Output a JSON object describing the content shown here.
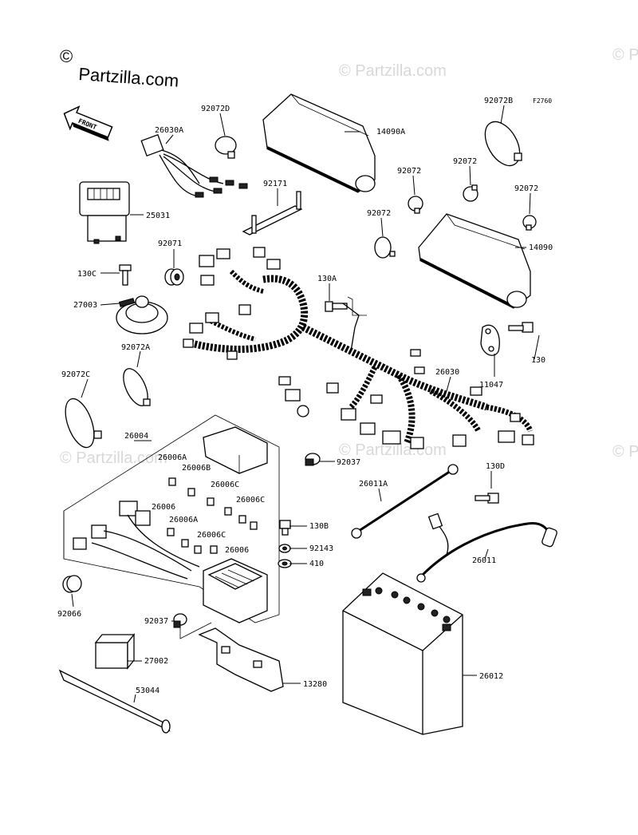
{
  "site": {
    "copyright_mark": "©",
    "brand": "Partzilla.com",
    "watermark": "© Partzilla.com",
    "figure_code": "F2760"
  },
  "direction": {
    "label": "FRONT"
  },
  "parts": [
    {
      "id": "p-92072D",
      "label": "92072D"
    },
    {
      "id": "p-26030A",
      "label": "26030A"
    },
    {
      "id": "p-14090A",
      "label": "14090A"
    },
    {
      "id": "p-92072B",
      "label": "92072B"
    },
    {
      "id": "p-92072-a",
      "label": "92072"
    },
    {
      "id": "p-92072-b",
      "label": "92072"
    },
    {
      "id": "p-92072-c",
      "label": "92072"
    },
    {
      "id": "p-92072-d",
      "label": "92072"
    },
    {
      "id": "p-92171",
      "label": "92171"
    },
    {
      "id": "p-25031",
      "label": "25031"
    },
    {
      "id": "p-14090",
      "label": "14090"
    },
    {
      "id": "p-92071",
      "label": "92071"
    },
    {
      "id": "p-130C",
      "label": "130C"
    },
    {
      "id": "p-130A",
      "label": "130A"
    },
    {
      "id": "p-27003",
      "label": "27003"
    },
    {
      "id": "p-92072A",
      "label": "92072A"
    },
    {
      "id": "p-130",
      "label": "130"
    },
    {
      "id": "p-11047",
      "label": "11047"
    },
    {
      "id": "p-92072C",
      "label": "92072C"
    },
    {
      "id": "p-26030",
      "label": "26030"
    },
    {
      "id": "p-26004",
      "label": "26004"
    },
    {
      "id": "p-26006A-1",
      "label": "26006A"
    },
    {
      "id": "p-26006B",
      "label": "26006B"
    },
    {
      "id": "p-26006C-1",
      "label": "26006C"
    },
    {
      "id": "p-26006C-2",
      "label": "26006C"
    },
    {
      "id": "p-26006-1",
      "label": "26006"
    },
    {
      "id": "p-26006A-2",
      "label": "26006A"
    },
    {
      "id": "p-26006C-3",
      "label": "26006C"
    },
    {
      "id": "p-26006-2",
      "label": "26006"
    },
    {
      "id": "p-92037-1",
      "label": "92037"
    },
    {
      "id": "p-130D",
      "label": "130D"
    },
    {
      "id": "p-26011A",
      "label": "26011A"
    },
    {
      "id": "p-130B",
      "label": "130B"
    },
    {
      "id": "p-92143",
      "label": "92143"
    },
    {
      "id": "p-410",
      "label": "410"
    },
    {
      "id": "p-26011",
      "label": "26011"
    },
    {
      "id": "p-92066",
      "label": "92066"
    },
    {
      "id": "p-92037-2",
      "label": "92037"
    },
    {
      "id": "p-27002",
      "label": "27002"
    },
    {
      "id": "p-26012",
      "label": "26012"
    },
    {
      "id": "p-13280",
      "label": "13280"
    },
    {
      "id": "p-53044",
      "label": "53044"
    }
  ]
}
